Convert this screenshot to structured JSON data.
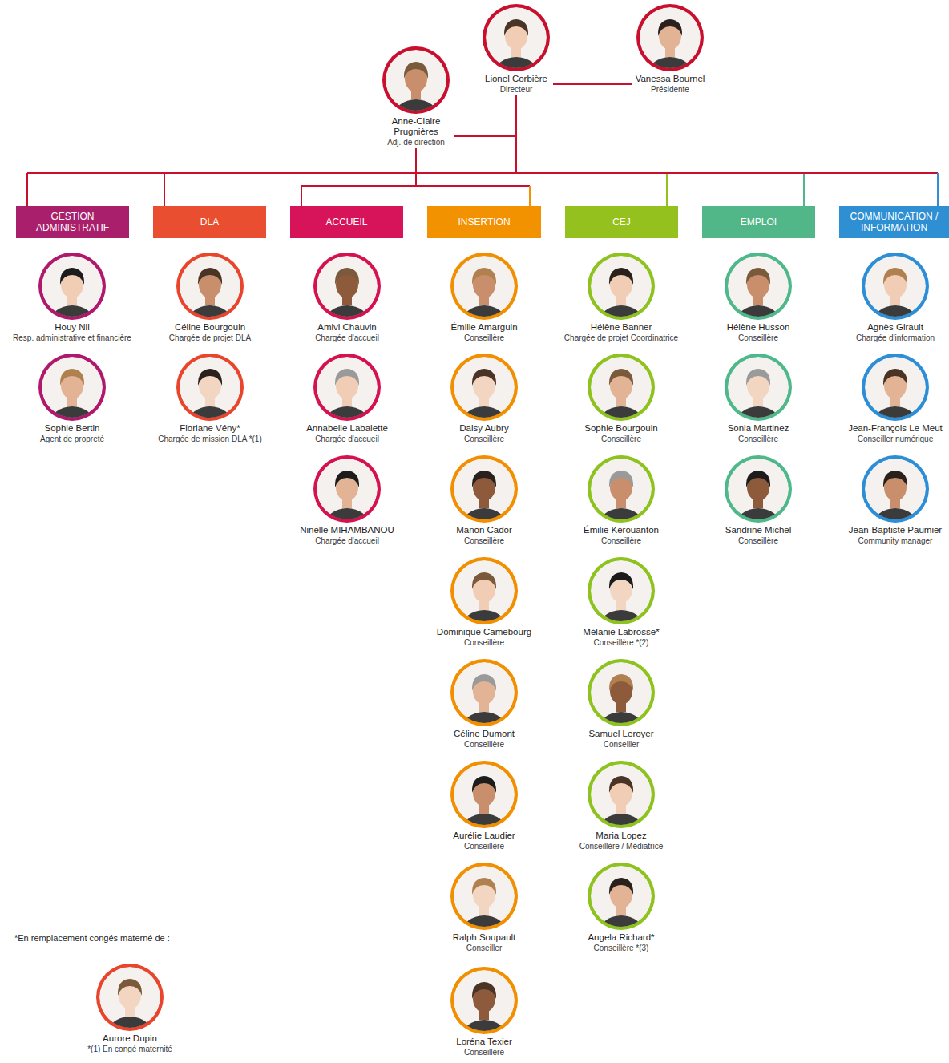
{
  "diagram": {
    "nodes": [
      {
        "text": [
          "Lionel Corbière",
          "Directeur"
        ]
      },
      {
        "text": [
          "Vanessa Bournel",
          "Présidente"
        ]
      },
      {
        "text": [
          "Anne-Claire Prugnières",
          "Adj. de direction"
        ]
      },
      {
        "text": [
          "GESTION ADMINISTRATIF"
        ]
      },
      {
        "text": [
          "DLA"
        ]
      },
      {
        "text": [
          "ACCUEIL"
        ]
      },
      {
        "text": [
          "INSERTION"
        ]
      },
      {
        "text": [
          "CEJ"
        ]
      },
      {
        "text": [
          "EMPLOI"
        ]
      },
      {
        "text": [
          "COMMUNICATION / INFORMATION"
        ]
      },
      {
        "text": [
          "Houy Nil",
          "Resp. administrative et financière"
        ]
      },
      {
        "text": [
          "Sophie Bertin",
          "Agent de propreté"
        ]
      },
      {
        "text": [
          "Céline Bourgouin",
          "Chargée de projet DLA"
        ]
      },
      {
        "text": [
          "Floriane Vény*",
          "Chargée de mission DLA *(1)"
        ]
      },
      {
        "text": [
          "Amivi Chauvin",
          "Chargée d'accueil"
        ]
      },
      {
        "text": [
          "Annabelle Labalette",
          "Chargée d'accueil"
        ]
      },
      {
        "text": [
          "Ninelle MIHAMBANOU",
          "Chargée d'accueil"
        ]
      },
      {
        "text": [
          "Émilie Amarguin",
          "Conseillère"
        ]
      },
      {
        "text": [
          "Daisy Aubry",
          "Conseillère"
        ]
      },
      {
        "text": [
          "Manon Cador",
          "Conseillère"
        ]
      },
      {
        "text": [
          "Dominique Camebourg",
          "Conseillère"
        ]
      },
      {
        "text": [
          "Céline Dumont",
          "Conseillère"
        ]
      },
      {
        "text": [
          "Aurélie Laudier",
          "Conseillère"
        ]
      },
      {
        "text": [
          "Ralph Soupault",
          "Conseiller"
        ]
      },
      {
        "text": [
          "Loréna Texier",
          "Conseillère"
        ]
      },
      {
        "text": [
          "Hélène Banner",
          "Chargée de projet Coordinatrice"
        ]
      },
      {
        "text": [
          "Sophie Bourgouin",
          "Conseillère"
        ]
      },
      {
        "text": [
          "Émilie Kérouanton",
          "Conseillère"
        ]
      },
      {
        "text": [
          "Mélanie Labrosse*",
          "Conseillère *(2)"
        ]
      },
      {
        "text": [
          "Samuel Leroyer",
          "Conseiller"
        ]
      },
      {
        "text": [
          "Maria Lopez",
          "Conseillère / Médiatrice"
        ]
      },
      {
        "text": [
          "Angela Richard*",
          "Conseillère *(3)"
        ]
      },
      {
        "text": [
          "Hélène Husson",
          "Conseillère"
        ]
      },
      {
        "text": [
          "Sonia Martinez",
          "Conseillère"
        ]
      },
      {
        "text": [
          "Sandrine Michel",
          "Conseillère"
        ]
      },
      {
        "text": [
          "Agnès Girault",
          "Chargée d'information"
        ]
      },
      {
        "text": [
          "Jean-François Le Meut",
          "Conseiller numérique"
        ]
      },
      {
        "text": [
          "Jean-Baptiste Paumier",
          "Community manager"
        ]
      },
      {
        "text": [
          "Aurore Dupin",
          "*(1) En congé maternité"
        ]
      }
    ],
    "edges": [
      {
        "from": 0,
        "to": 1,
        "arrow": "none"
      },
      {
        "from": 0,
        "to": 2,
        "arrow": "none"
      },
      {
        "from": 0,
        "to": 3,
        "arrow": "none"
      },
      {
        "from": 0,
        "to": 4,
        "arrow": "none"
      },
      {
        "from": 2,
        "to": 5,
        "arrow": "none"
      },
      {
        "from": 2,
        "to": 6,
        "arrow": "none"
      },
      {
        "from": 0,
        "to": 7,
        "arrow": "none"
      },
      {
        "from": 0,
        "to": 8,
        "arrow": "none"
      },
      {
        "from": 0,
        "to": 9,
        "arrow": "none"
      }
    ],
    "labels": [
      "*En remplacement congés materné de :"
    ]
  }
}
